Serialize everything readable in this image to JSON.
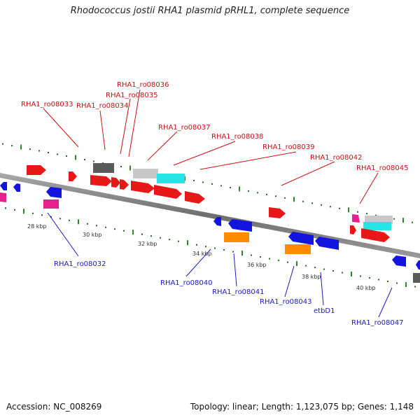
{
  "title": "Rhodococcus jostii RHA1 plasmid pRHL1, complete sequence",
  "footer": {
    "accession": "Accession: NC_008269",
    "summary": "Topology: linear; Length: 1,123,075 bp; Genes: 1,148"
  },
  "colors": {
    "backbone": "#7a7a7a",
    "tick_major": "#2a8a2a",
    "tick_minor": "#1f6d1f",
    "label_forward": "#cc1111",
    "label_reverse": "#1a1acc",
    "gene_red": "#e81818",
    "gene_blue": "#1414e0",
    "gene_orange": "#ff8c00",
    "gene_magenta": "#e6208c",
    "gene_grey_dark": "#5a5a5a",
    "gene_grey_light": "#c8c8c8",
    "gene_cyan": "#22e6e6"
  },
  "kbp_ticks": [
    "28 kbp",
    "30 kbp",
    "32 kbp",
    "34 kbp",
    "36 kbp",
    "38 kbp",
    "40 kbp"
  ],
  "forward_labels": [
    "RHA1_ro08033",
    "RHA1_ro08034",
    "RHA1_ro08035",
    "RHA1_ro08036",
    "RHA1_ro08037",
    "RHA1_ro08038",
    "RHA1_ro08039",
    "RHA1_ro08042",
    "RHA1_ro08045"
  ],
  "reverse_labels": [
    "RHA1_ro08032",
    "RHA1_ro08040",
    "RHA1_ro08041",
    "RHA1_ro08043",
    "etbD1",
    "RHA1_ro08047"
  ]
}
